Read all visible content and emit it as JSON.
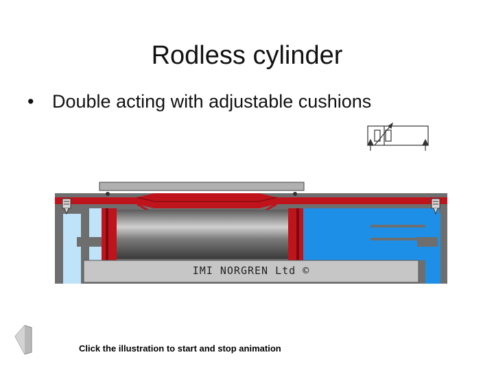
{
  "slide": {
    "title": "Rodless cylinder",
    "bullet": "Double acting with adjustable cushions",
    "caption": "Click the illustration to start and stop animation"
  },
  "illustration": {
    "manufacturer_label": "IMI NORGREN Ltd ©"
  },
  "colors": {
    "barrel_red": "#c0141c",
    "fluid_blue": "#1e8fe6",
    "body_grey": "#c6c6c6",
    "piston_steel": "#8a8a8a"
  },
  "icons": [
    "cylinder-valve-symbol-icon",
    "back-arrow-icon"
  ]
}
